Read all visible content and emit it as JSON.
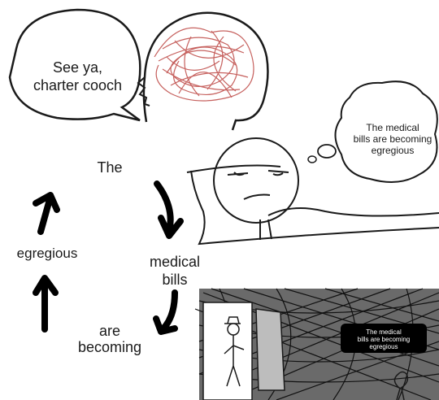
{
  "speech_bubble": {
    "line1": "See ya,",
    "line2": "charter cooch"
  },
  "thought_bubble": {
    "line1": "The medical",
    "line2": "bills are becoming",
    "line3": "egregious"
  },
  "cycle": {
    "word1": "The",
    "word2_line1": "medical",
    "word2_line2": "bills",
    "word3_line1": "are",
    "word3_line2": "becoming",
    "word4": "egregious"
  },
  "dark_box": {
    "line1": "The medical",
    "line2": "bills are becoming",
    "line3": "egregious"
  },
  "colors": {
    "scribble": "#c0504d",
    "ink": "#1a1a1a",
    "box": "#000000"
  }
}
